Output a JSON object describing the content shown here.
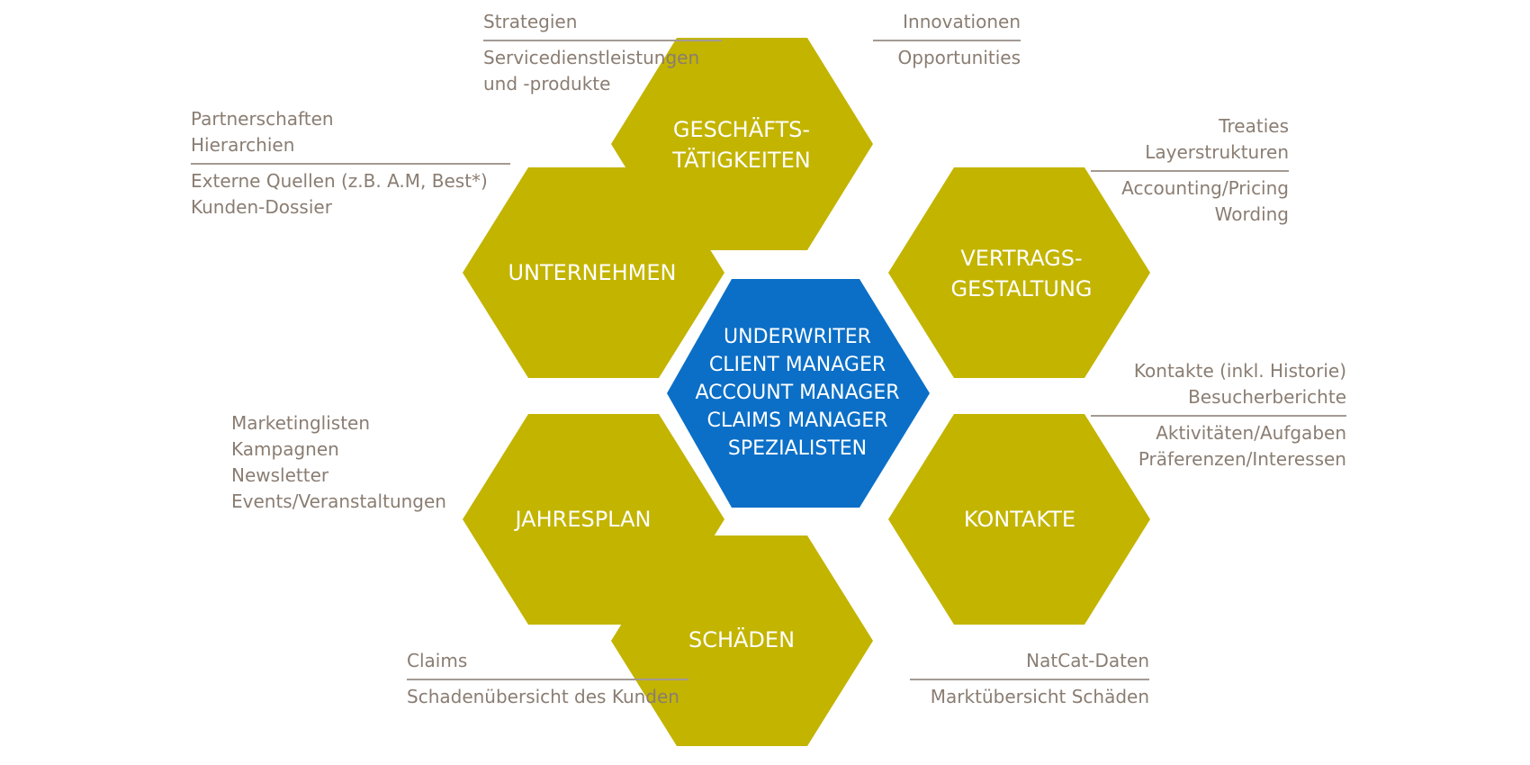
{
  "colors": {
    "hex_fill": "#C3B400",
    "center_fill": "#0B6FC7",
    "text_gray": "#8A7D72",
    "line_gray": "#A39A92"
  },
  "center": {
    "lines": [
      "UNDERWRITER",
      "CLIENT MANAGER",
      "ACCOUNT MANAGER",
      "CLAIMS MANAGER",
      "SPEZIALISTEN"
    ]
  },
  "hexagons": [
    {
      "id": "geschaeftstaetigkeiten",
      "lines": [
        "GESCHÄFTS-",
        "TÄTIGKEITEN"
      ]
    },
    {
      "id": "unternehmen",
      "lines": [
        "UNTERNEHMEN"
      ]
    },
    {
      "id": "vertragsgestaltung",
      "lines": [
        "VERTRAGS-",
        "GESTALTUNG"
      ]
    },
    {
      "id": "jahresplan",
      "lines": [
        "JAHRESPLAN"
      ]
    },
    {
      "id": "kontakte",
      "lines": [
        "KONTAKTE"
      ]
    },
    {
      "id": "schaeden",
      "lines": [
        "SCHÄDEN"
      ]
    }
  ],
  "notes": {
    "geschaeft_left": {
      "top": [
        "Strategien"
      ],
      "bottom": [
        "Servicedienstleistungen",
        "und -produkte"
      ]
    },
    "geschaeft_right": {
      "top": [
        "Innovationen"
      ],
      "bottom": [
        "Opportunities"
      ]
    },
    "unternehmen": {
      "top": [
        "Partnerschaften",
        "Hierarchien"
      ],
      "bottom": [
        "Externe Quellen (z.B. A.M, Best*)",
        "Kunden-Dossier"
      ]
    },
    "vertrag": {
      "top": [
        "Treaties",
        "Layerstrukturen"
      ],
      "bottom": [
        "Accounting/Pricing",
        "Wording"
      ]
    },
    "jahresplan": {
      "lines": [
        "Marketinglisten",
        "Kampagnen",
        "Newsletter",
        "Events/Veranstaltungen"
      ]
    },
    "kontakte": {
      "top": [
        "Kontakte (inkl. Historie)",
        "Besucherberichte"
      ],
      "bottom": [
        "Aktivitäten/Aufgaben",
        "Präferenzen/Interessen"
      ]
    },
    "schaeden_left": {
      "top": [
        "Claims"
      ],
      "bottom": [
        "Schadenübersicht des Kunden"
      ]
    },
    "schaeden_right": {
      "top": [
        "NatCat-Daten"
      ],
      "bottom": [
        "Marktübersicht Schäden"
      ]
    }
  }
}
